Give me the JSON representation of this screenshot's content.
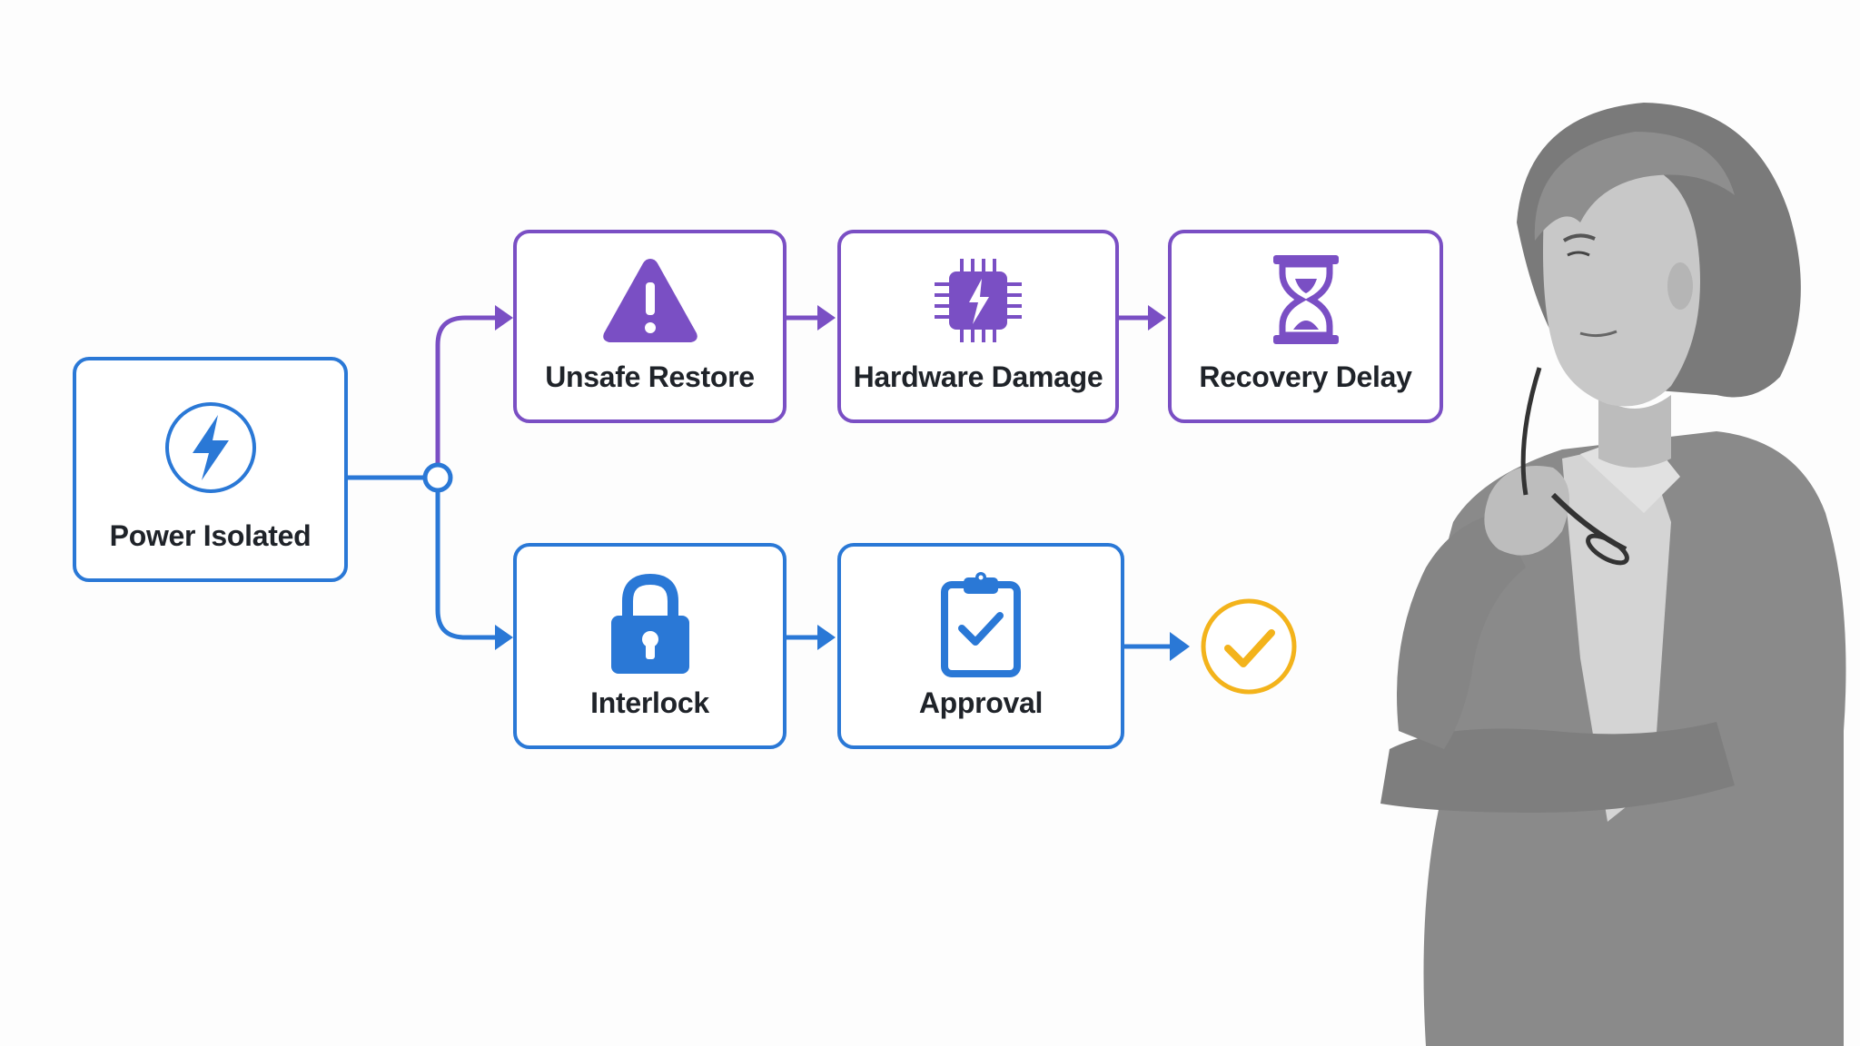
{
  "colors": {
    "blue": "#2a78d6",
    "purple": "#7a4fc4",
    "success": "#f3b31b",
    "text": "#1f2329"
  },
  "nodes": {
    "power_isolated": {
      "label": "Power Isolated",
      "icon": "lightning-bolt-icon"
    },
    "unsafe_restore": {
      "label": "Unsafe Restore",
      "icon": "warning-triangle-icon"
    },
    "hardware_damage": {
      "label": "Hardware Damage",
      "icon": "damaged-chip-icon"
    },
    "recovery_delay": {
      "label": "Recovery Delay",
      "icon": "hourglass-icon"
    },
    "interlock": {
      "label": "Interlock",
      "icon": "padlock-icon"
    },
    "approval": {
      "label": "Approval",
      "icon": "clipboard-check-icon"
    }
  },
  "outcome": {
    "icon": "check-circle-icon"
  },
  "person": {
    "description_icon": "thinking-woman-illustration"
  }
}
